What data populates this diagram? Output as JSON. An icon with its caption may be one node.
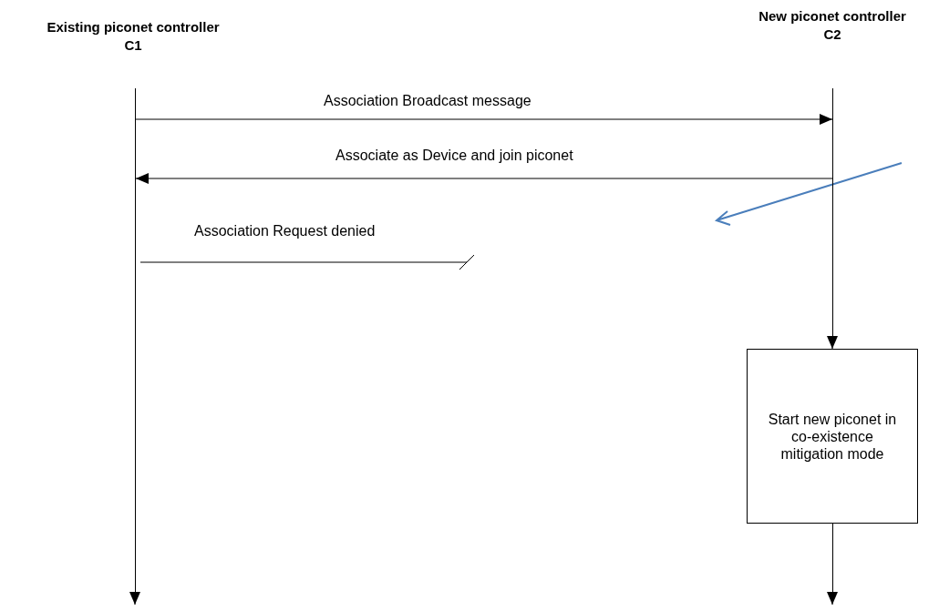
{
  "diagram": {
    "nodes": [
      {
        "text": [
          "Existing piconet controller",
          "C1"
        ]
      },
      {
        "text": [
          "New piconet controller",
          "C2"
        ]
      },
      {
        "text": [],
        "shape": "bar"
      },
      {
        "text": [],
        "shape": "bar"
      },
      {
        "text": [
          "Start new piconet in co-existence mitigation mode"
        ]
      },
      {
        "text": [],
        "shape": "bar"
      }
    ],
    "edges": [
      {
        "from": 2,
        "to": null,
        "arrow": "to"
      },
      {
        "from": 3,
        "to": 4,
        "arrow": "to"
      },
      {
        "from": 5,
        "to": null,
        "arrow": "to"
      },
      {
        "from": 2,
        "to": 3,
        "arrow": "to",
        "label": "Association Broadcast message"
      },
      {
        "from": 3,
        "to": 2,
        "arrow": "to",
        "label": "Associate as Device and join piconet"
      },
      {
        "from": 2,
        "to": null,
        "arrow": "other",
        "label": "Association Request denied"
      }
    ]
  }
}
